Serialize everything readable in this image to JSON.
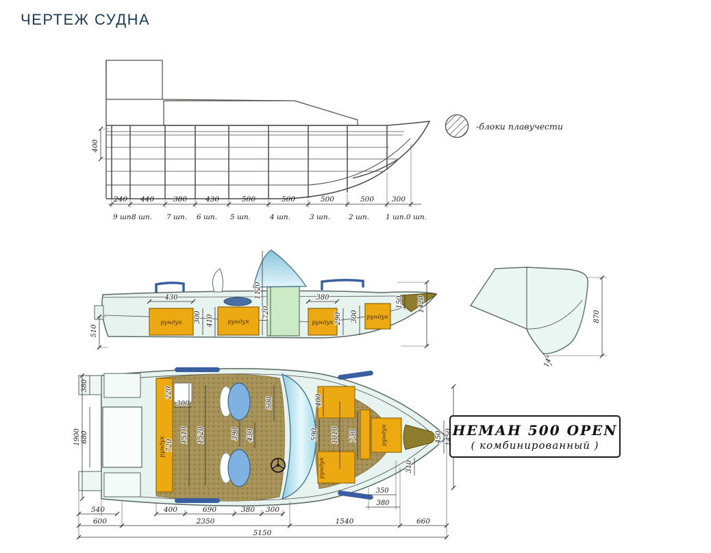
{
  "page": {
    "title": "ЧЕРТЕЖ СУДНА"
  },
  "colors": {
    "title": "#1d3c58",
    "hull_fill": "#e7f3ee",
    "storage_orange": "#eda912",
    "seat_blue": "#7fb2e0",
    "rail_blue": "#3a5fa0",
    "floor_tan": "#a69257",
    "windshield_blue": "#9ed8e8",
    "panel_green": "#cdeac6",
    "bow_olive": "#8f7d2e"
  },
  "legend": {
    "label": "-блоки плавучести"
  },
  "labels": {
    "storage": "рундук"
  },
  "name_plate": {
    "line1": "НЕМАН  500  OPEN",
    "line2": "( комбинированный )"
  },
  "structural_view": {
    "height_dim": "400",
    "spacings": [
      "240",
      "440",
      "380",
      "430",
      "500",
      "500",
      "500",
      "500",
      "300"
    ],
    "frames": [
      "9 шп.",
      "8 шп.",
      "7 шп.",
      "6 шп.",
      "5 шп.",
      "4 шп.",
      "3 шп.",
      "2 шп.",
      "1 шп.",
      "0 шп."
    ]
  },
  "side_view": {
    "dim_430": "430",
    "dim_1120": "1120",
    "dim_720": "720",
    "dim_300a": "300",
    "dim_410": "410",
    "dim_380": "380",
    "dim_290": "290",
    "dim_300b": "300",
    "dim_150": "150",
    "dim_1420": "1420",
    "dim_510": "510"
  },
  "transom_view": {
    "dim_870": "870",
    "angle": "14°"
  },
  "plan_view": {
    "left_dims": {
      "d380": "380",
      "d680": "680",
      "d1900": "1900"
    },
    "interior": {
      "d220": "220",
      "d300": "300",
      "d1510": "1510",
      "d720": "720",
      "d1520": "1520",
      "d390": "390",
      "d430": "430",
      "d500": "500",
      "d400": "400",
      "d590": "590",
      "d1010": "1010",
      "d730": "730"
    },
    "right_dims": {
      "d450": "450",
      "d1450": "1450",
      "d310": "310",
      "d350": "350",
      "d380": "380"
    },
    "bottom_row1": [
      "540",
      "400",
      "690",
      "380",
      "300"
    ],
    "bottom_row2": [
      "600",
      "2350",
      "1540",
      "660"
    ],
    "total": "5150"
  }
}
